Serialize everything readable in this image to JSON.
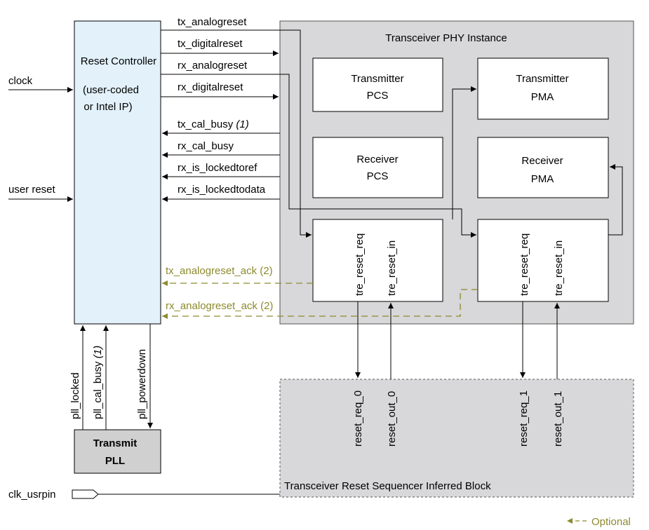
{
  "reset_controller": {
    "title": "Reset Controller",
    "subtitle_line1": "(user-coded",
    "subtitle_line2": "or Intel IP)"
  },
  "inputs": {
    "clock": "clock",
    "user_reset": "user reset",
    "clk_usrpin": "clk_usrpin"
  },
  "controller_signals": {
    "tx_analogreset": "tx_analogreset",
    "tx_digitalreset": "tx_digitalreset",
    "rx_analogreset": "rx_analogreset",
    "rx_digitalreset": "rx_digitalreset",
    "tx_cal_busy": "tx_cal_busy",
    "tx_cal_busy_note": "(1)",
    "rx_cal_busy": "rx_cal_busy",
    "rx_is_lockedtoref": "rx_is_lockedtoref",
    "rx_is_lockedtodata": "rx_is_lockedtodata",
    "tx_analogreset_ack": "tx_analogreset_ack (2)",
    "rx_analogreset_ack": "rx_analogreset_ack (2)"
  },
  "pll_signals": {
    "pll_locked": "pll_locked",
    "pll_cal_busy": "pll_cal_busy",
    "pll_cal_busy_note": "(1)",
    "pll_powerdown": "pll_powerdown"
  },
  "transmit_pll": {
    "line1": "Transmit",
    "line2": "PLL"
  },
  "phy": {
    "title": "Transceiver PHY Instance",
    "tx_pcs": {
      "line1": "Transmitter",
      "line2": "PCS"
    },
    "tx_pma": {
      "line1": "Transmitter",
      "line2": "PMA"
    },
    "rx_pcs": {
      "line1": "Receiver",
      "line2": "PCS"
    },
    "rx_pma": {
      "line1": "Receiver",
      "line2": "PMA"
    },
    "tre_reset_req": "tre_reset_req",
    "tre_reset_in": "tre_reset_in"
  },
  "sequencer": {
    "title": "Transceiver Reset Sequencer Inferred Block",
    "reset_req_0": "reset_req_0",
    "reset_out_0": "reset_out_0",
    "reset_req_1": "reset_req_1",
    "reset_out_1": "reset_out_1"
  },
  "legend": {
    "optional": "Optional"
  },
  "colors": {
    "controller_fill": "#e2f1fa",
    "phy_fill": "#d8d7d9",
    "block_fill": "#ffffff",
    "pll_fill": "#d0d0d0",
    "optional": "#8c8a2e"
  }
}
